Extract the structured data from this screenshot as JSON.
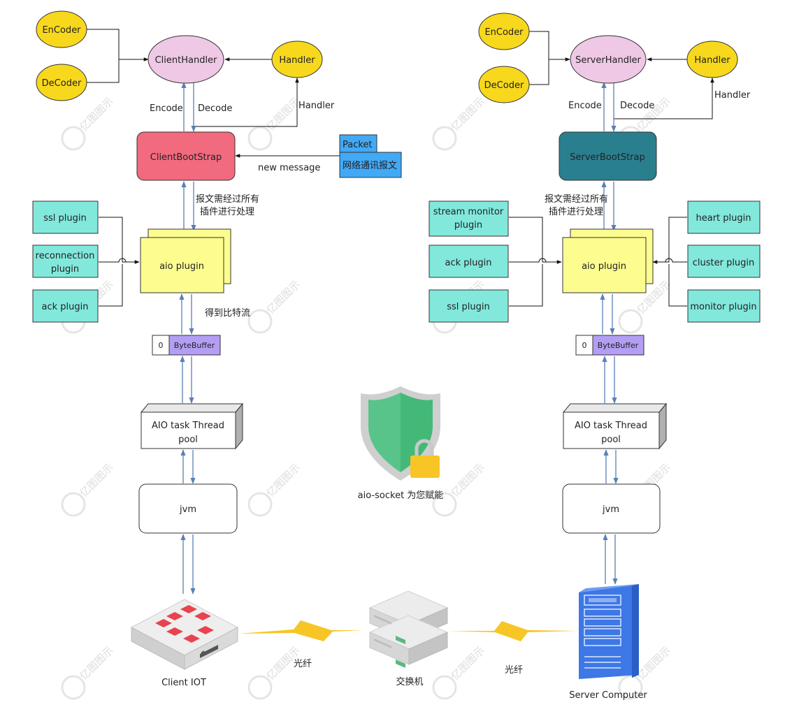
{
  "client": {
    "encoder": "EnCoder",
    "decoder": "DeCoder",
    "handler_node": "ClientHandler",
    "handler": "Handler",
    "encode_label": "Encode",
    "decode_label": "Decode",
    "handler_edge": "Handler",
    "bootstrap": "ClientBootStrap",
    "packet_tab": "Packet",
    "packet_body": "网络通讯报文",
    "new_message": "new message",
    "plugin_note_1": "报文需经过所有",
    "plugin_note_2": "插件进行处理",
    "plugins": [
      "ssl plugin",
      "reconnection",
      "plugin",
      "ack plugin"
    ],
    "aio_plugin": "aio plugin",
    "bitstream": "得到比特流",
    "buffer_index": "0",
    "buffer": "ByteBuffer",
    "pool_1": "AIO task Thread",
    "pool_2": "pool",
    "jvm": "jvm",
    "device": "Client IOT"
  },
  "server": {
    "encoder": "EnCoder",
    "decoder": "DeCoder",
    "handler_node": "ServerHandler",
    "handler": "Handler",
    "encode_label": "Encode",
    "decode_label": "Decode",
    "handler_edge": "Handler",
    "bootstrap": "ServerBootStrap",
    "plugin_note_1": "报文需经过所有",
    "plugin_note_2": "插件进行处理",
    "left_plugins": [
      "stream monitor",
      "plugin",
      "ack plugin",
      "ssl plugin"
    ],
    "right_plugins": [
      "heart plugin",
      "cluster plugin",
      "monitor plugin"
    ],
    "aio_plugin": "aio plugin",
    "buffer_index": "0",
    "buffer": "ByteBuffer",
    "pool_1": "AIO task Thread",
    "pool_2": "pool",
    "jvm": "jvm",
    "device": "Server Computer"
  },
  "center": {
    "shield_caption": "aio-socket 为您赋能",
    "switch": "交换机",
    "fiber_left": "光纤",
    "fiber_right": "光纤"
  },
  "watermark": "亿图图示",
  "colors": {
    "coder_yellow": "#f8d81c",
    "handler_pink": "#efc8e5",
    "client_bootstrap": "#f26a7e",
    "server_bootstrap": "#2a7f8f",
    "plugin_teal": "#82e8dc",
    "aio_yellow": "#fdfd8f",
    "packet_blue": "#42a9f5",
    "buffer_purple": "#b49ef4",
    "arrow_blue": "#5a7fb5",
    "lightning": "#f7c526"
  }
}
